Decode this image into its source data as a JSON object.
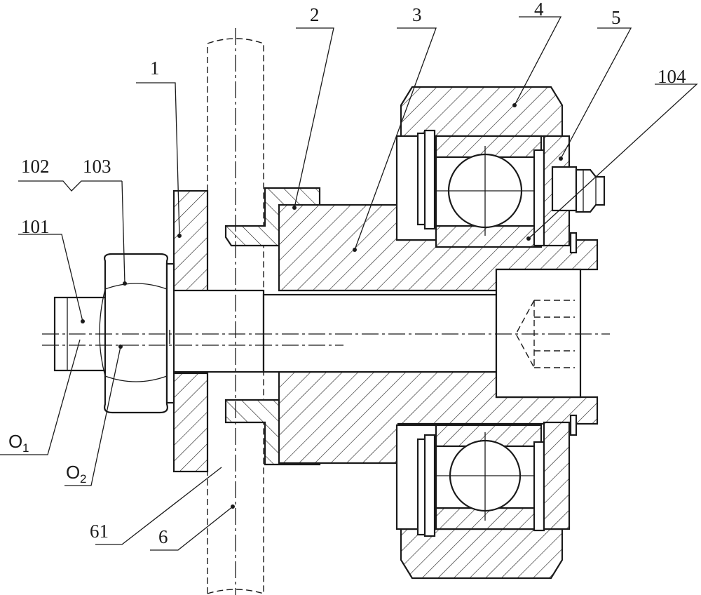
{
  "labels": {
    "l1": "1",
    "l2": "2",
    "l3": "3",
    "l4": "4",
    "l5": "5",
    "l6": "6",
    "l61": "61",
    "l101": "101",
    "l102": "102",
    "l103": "103",
    "l104": "104",
    "o1_main": "O",
    "o1_sub": "1",
    "o2_main": "O",
    "o2_sub": "2"
  },
  "colors": {
    "line": "#1a1a1a",
    "background": "#ffffff"
  }
}
